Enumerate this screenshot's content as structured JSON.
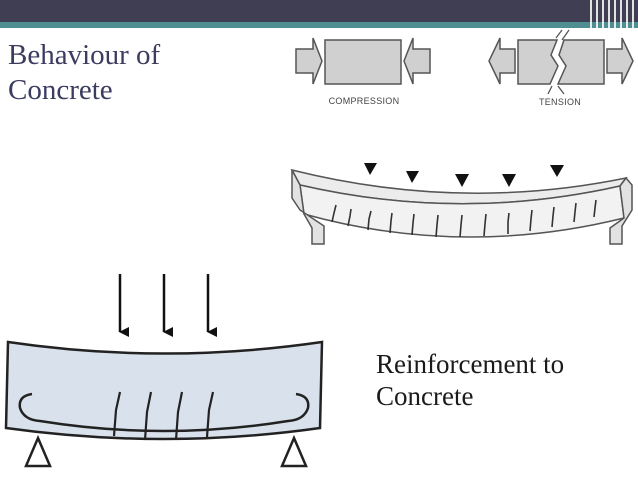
{
  "slide": {
    "title_line1": "Behaviour of",
    "title_line2": "Concrete",
    "subtitle_line1": "Reinforcement to",
    "subtitle_line2": "Concrete"
  },
  "diagram": {
    "compression_label": "COMPRESSION",
    "tension_label": "TENSION"
  },
  "colors": {
    "header_bar": "#3f3e52",
    "header_accent": "#4f8f92",
    "beam_fill": "#d9e2ec",
    "block_fill": "#d0d0d0"
  }
}
